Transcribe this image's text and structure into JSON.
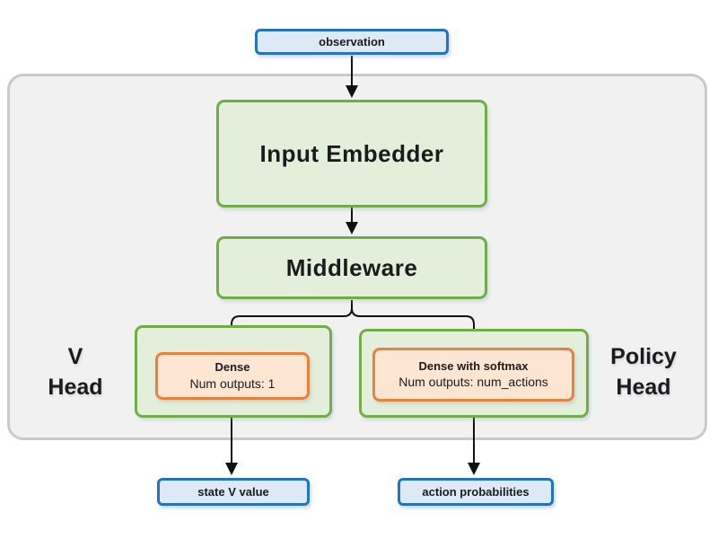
{
  "diagram": {
    "nodes": {
      "observation": "observation",
      "input_embedder": "Input Embedder",
      "middleware": "Middleware",
      "v_dense_title": "Dense",
      "v_dense_subtitle": "Num outputs: 1",
      "policy_dense_title": "Dense with softmax",
      "policy_dense_subtitle": "Num outputs: num_actions",
      "state_v_value": "state V value",
      "action_probabilities": "action probabilities"
    },
    "labels": {
      "v_head_line1": "V",
      "v_head_line2": "Head",
      "policy_head_line1": "Policy",
      "policy_head_line2": "Head"
    },
    "colors": {
      "io_border": "#2273c0",
      "io_fill": "#dde9f6",
      "block_border": "#70ad47",
      "block_fill": "#e3efdb",
      "dense_border": "#e8823b",
      "dense_fill": "#fce5d3",
      "panel_border": "#c9c9c9",
      "panel_fill": "#f1f1f1",
      "arrow": "#111111"
    }
  }
}
